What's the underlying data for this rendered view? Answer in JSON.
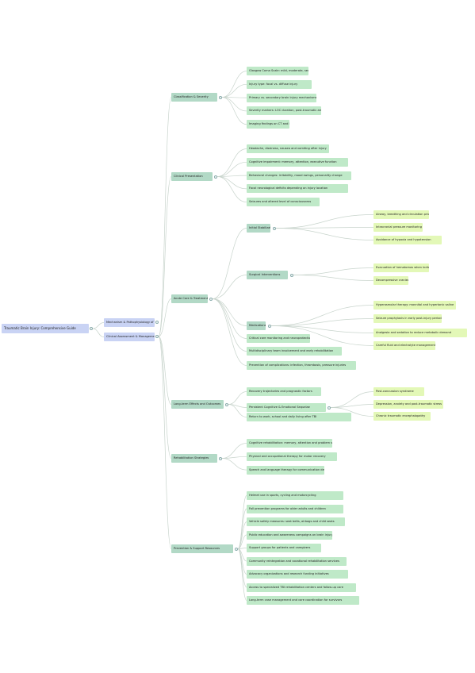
{
  "root": "Traumatic Brain Injury: Comprehensive Guide",
  "branches": [
    "Mechanism & Pathophysiology of TBI",
    "Clinical Assessment & Management"
  ],
  "sections": [
    {
      "label": "Classification & Severity",
      "items": [
        "Glasgow Coma Scale: mild, moderate, severe",
        "Injury type: focal vs. diffuse injury",
        "Primary vs. secondary brain injury mechanisms",
        "Severity markers: LOC duration, post-traumatic amnesia",
        "Imaging findings on CT and MRI"
      ]
    },
    {
      "label": "Clinical Presentation",
      "items": [
        "Headache, dizziness, nausea and vomiting after injury",
        "Cognitive impairment: memory, attention, executive function",
        "Behavioral changes: irritability, mood swings, personality change",
        "Focal neurological deficits depending on injury location",
        "Seizures and altered level of consciousness"
      ]
    },
    {
      "label": "Acute Care & Treatment",
      "groups": [
        {
          "label": "Initial Stabilization",
          "items": [
            "Airway, breathing and circulation priorities",
            "Intracranial pressure monitoring and control",
            "Avoidance of hypoxia and hypotension"
          ]
        },
        {
          "label": "Surgical Interventions",
          "items": [
            "Evacuation of hematomas when indicated",
            "Decompressive craniectomy"
          ]
        },
        {
          "label": "Medications",
          "items": [
            "Hyperosmolar therapy: mannitol and hypertonic saline",
            "Seizure prophylaxis in early post-injury period",
            "Analgesia and sedation to reduce metabolic demand",
            "Careful fluid and electrolyte management"
          ]
        }
      ],
      "items": [
        "Critical care monitoring and neuroprotection",
        "Multidisciplinary team involvement and early rehabilitation",
        "Prevention of complications: infection, thrombosis, pressure injuries"
      ]
    },
    {
      "label": "Long-term Effects and Outcomes",
      "groups": [
        {
          "label": "Persistent Cognitive & Emotional Sequelae",
          "items": [
            "Post-concussion syndrome",
            "Depression, anxiety and post-traumatic stress",
            "Chronic traumatic encephalopathy"
          ]
        }
      ],
      "items": [
        "Recovery trajectories and prognostic factors",
        "Return to work, school and daily living after TBI"
      ]
    },
    {
      "label": "Rehabilitation Strategies",
      "items": [
        "Cognitive rehabilitation: memory, attention and problem solving",
        "Physical and occupational therapy for motor recovery",
        "Speech and language therapy for communication deficits"
      ]
    },
    {
      "label": "Prevention & Support Resources",
      "items": [
        "Helmet use in sports, cycling and motorcycling",
        "Fall prevention programs for older adults and children",
        "Vehicle safety measures: seat belts, airbags and child seats",
        "Public education and awareness campaigns on brain injury",
        "Support groups for patients and caregivers",
        "Community reintegration and vocational rehabilitation services",
        "Advocacy organizations and research funding initiatives",
        "Access to specialized TBI rehabilitation centers and follow-up care",
        "Long-term case management and care coordination for survivors"
      ]
    }
  ]
}
